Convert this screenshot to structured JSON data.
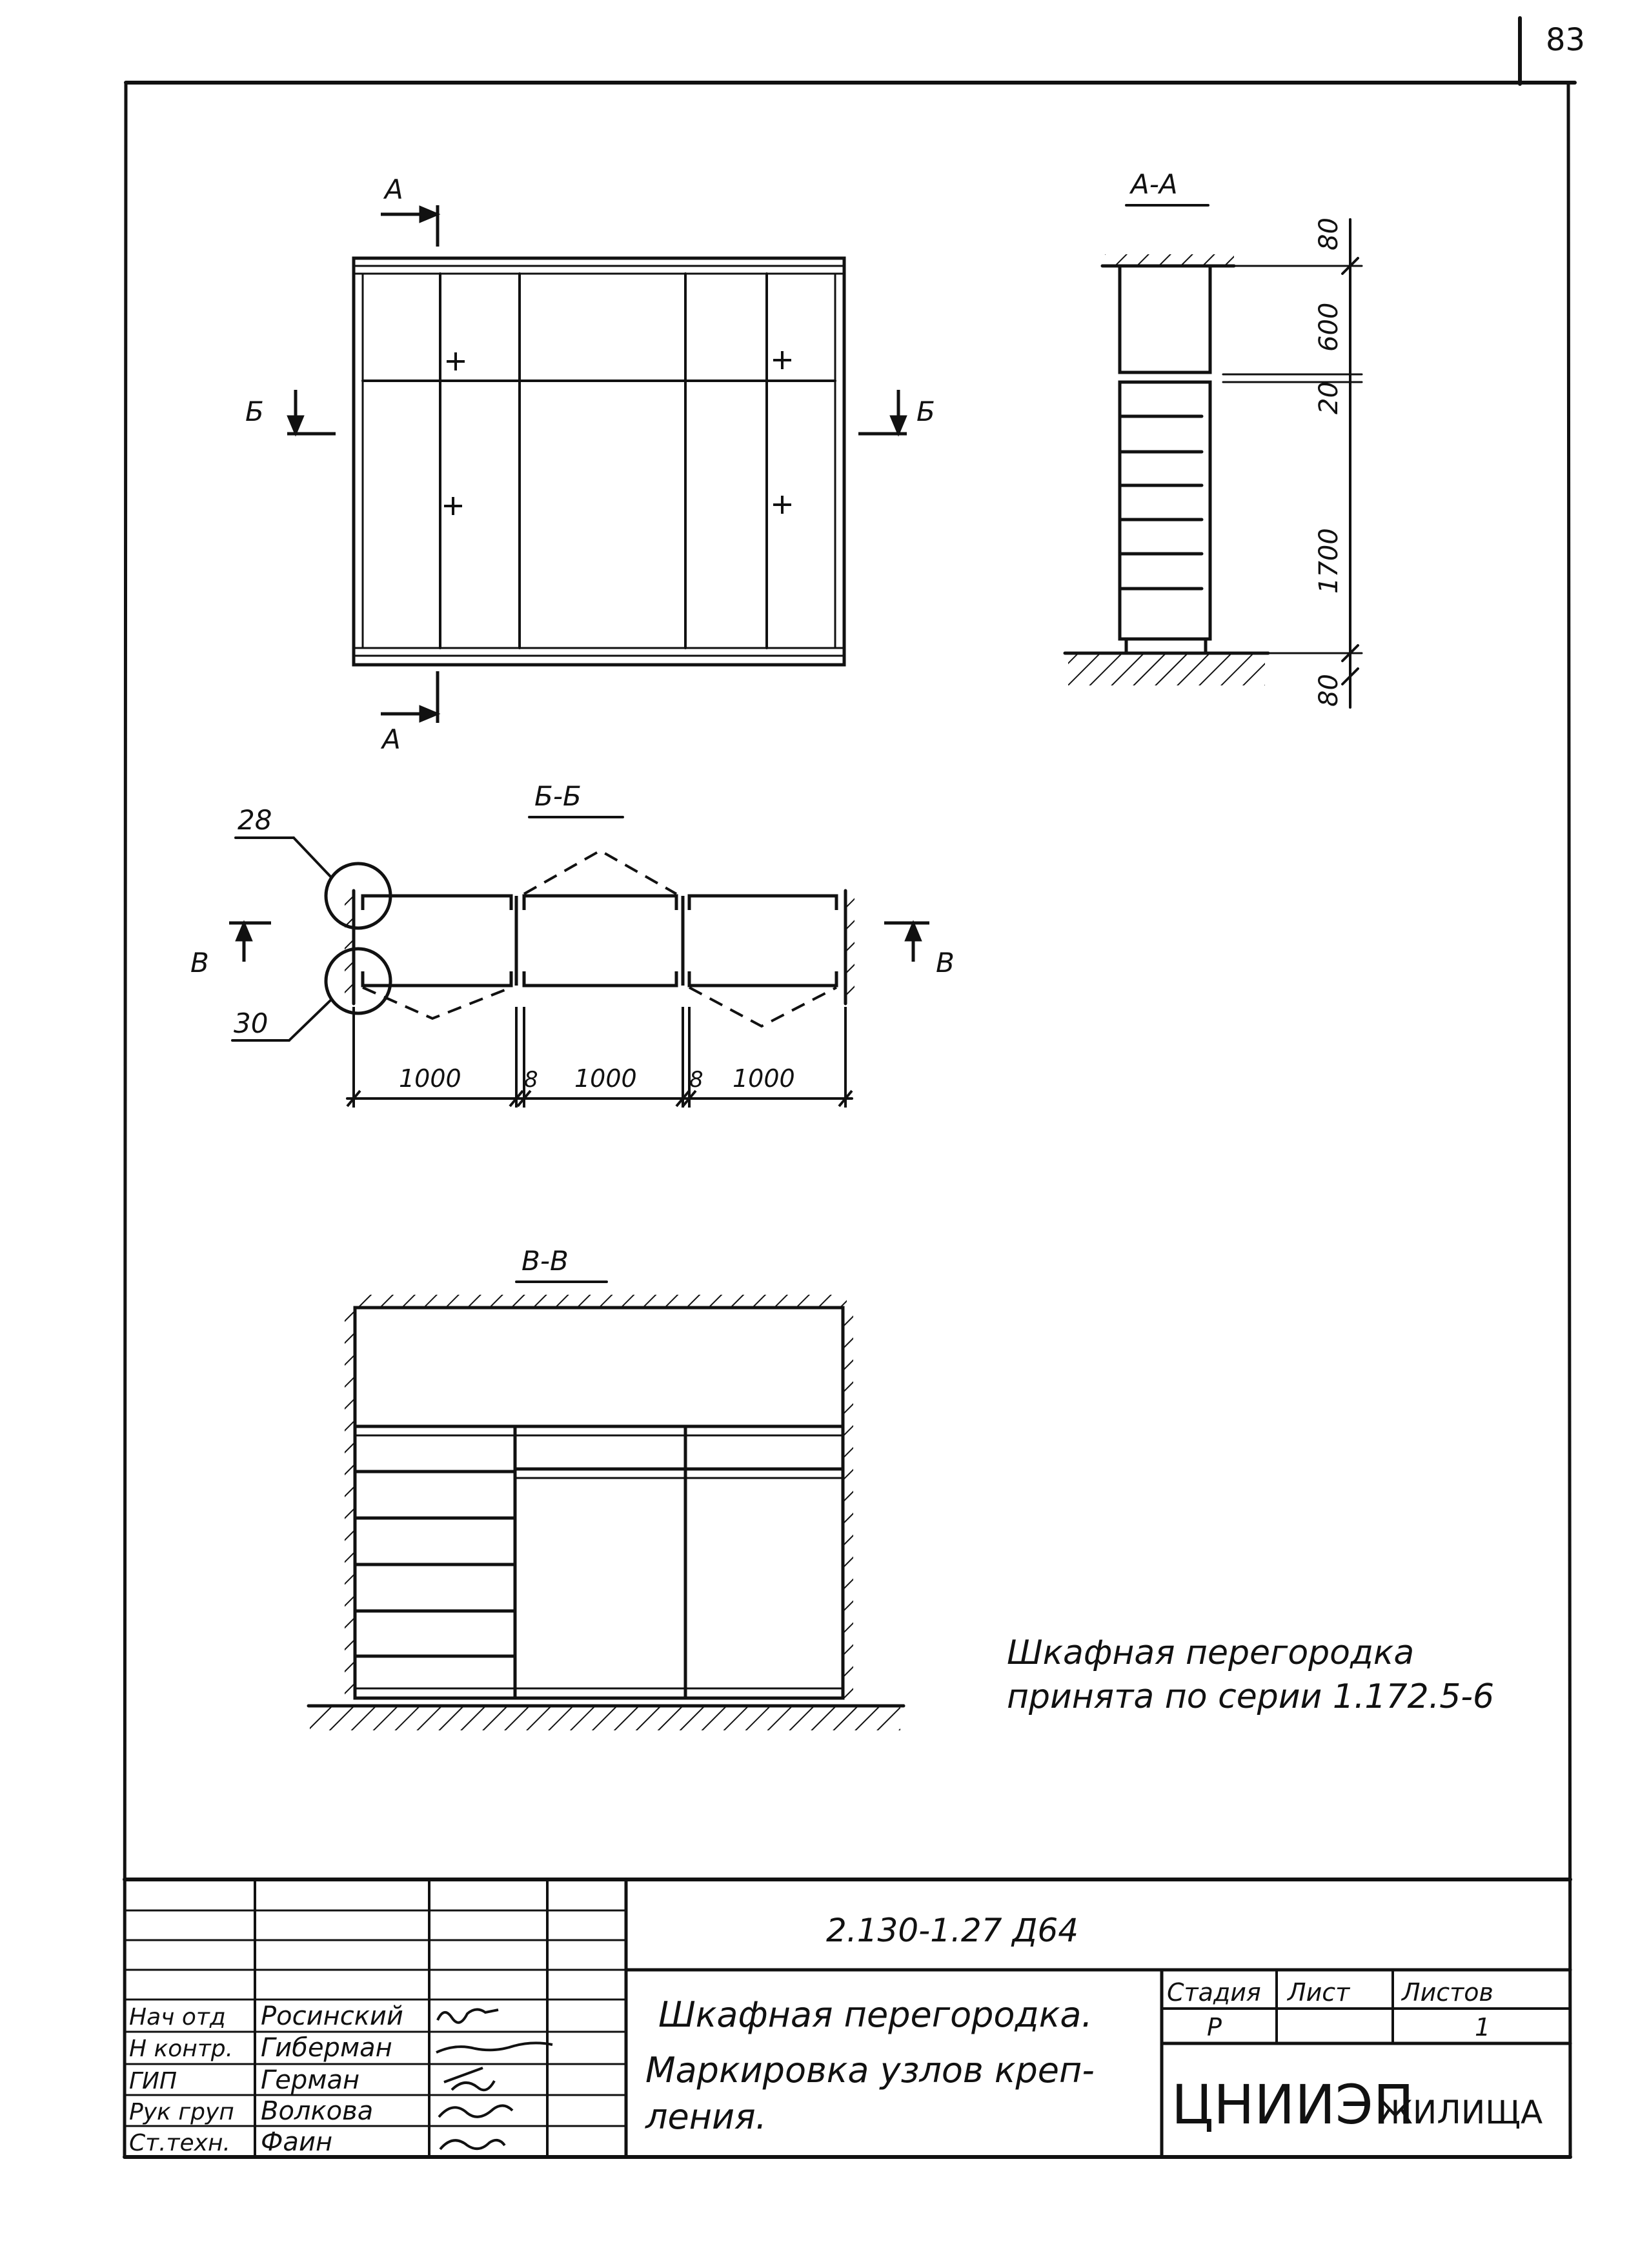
{
  "page_number": "83",
  "views": {
    "front": {
      "cut_a": "А",
      "cut_b": "Б"
    },
    "section_aa": {
      "title": "А-А",
      "dims": [
        "80",
        "600",
        "20",
        "1700",
        "80"
      ]
    },
    "section_bb": {
      "title": "Б-Б",
      "node_top": "28",
      "node_bottom": "30",
      "cut_v": "В",
      "dims": [
        "1000",
        "8",
        "1000",
        "8",
        "1000"
      ]
    },
    "section_vv": {
      "title": "В-В"
    }
  },
  "note": {
    "line1": "Шкафная перегородка",
    "line2": "принята по серии 1.172.5-6"
  },
  "title_block": {
    "code": "2.130-1.27 Д64",
    "roles": [
      "Нач отд",
      "Н контр.",
      "ГИП",
      "Рук груп",
      "Ст.техн."
    ],
    "names": [
      "Росинский",
      "Гиберман",
      "Герман",
      "Волкова",
      "Фаин"
    ],
    "title_line1": "Шкафная перегородка.",
    "title_line2": "Маркировка узлов креп-",
    "title_line3": "ления.",
    "stage_header": "Стадия",
    "sheet_header": "Лист",
    "sheets_header": "Листов",
    "stage": "Р",
    "sheets": "1",
    "org_main": "ЦНИИЭП",
    "org_sub": "ЖИЛИЩА"
  }
}
